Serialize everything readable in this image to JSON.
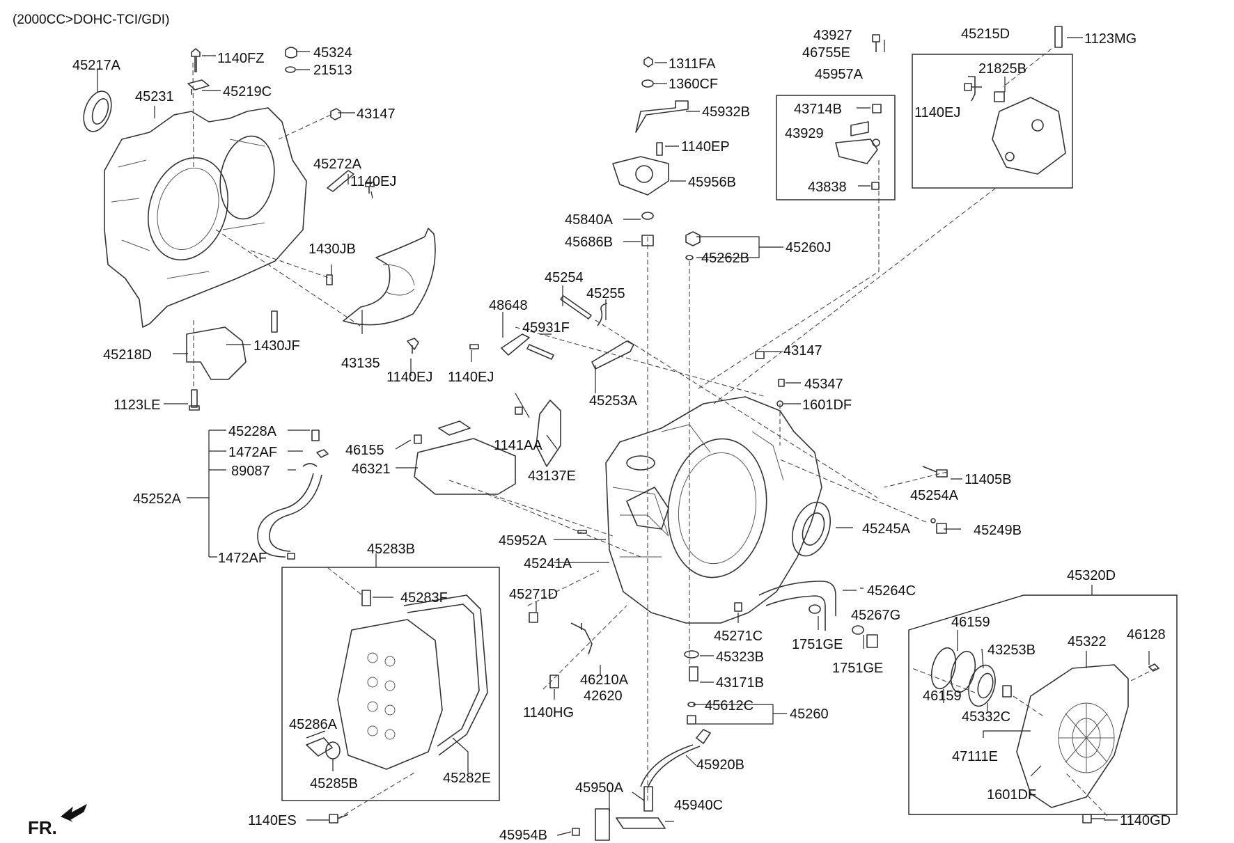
{
  "header": {
    "engine_spec": "(2000CC>DOHC-TCI/GDI)"
  },
  "footer": {
    "direction_label": "FR."
  },
  "parts": {
    "p45217A": "45217A",
    "p1140FZ": "1140FZ",
    "p45324": "45324",
    "p21513": "21513",
    "p45231": "45231",
    "p45219C": "45219C",
    "p43147a": "43147",
    "p45272A": "45272A",
    "p1140EJa": "1140EJ",
    "p1430JB": "1430JB",
    "p45218D": "45218D",
    "p1430JF": "1430JF",
    "p43135": "43135",
    "p1140EJb": "1140EJ",
    "p1123LE": "1123LE",
    "p1311FA": "1311FA",
    "p1360CF": "1360CF",
    "p45932B": "45932B",
    "p1140EP": "1140EP",
    "p45956B": "45956B",
    "p45840A": "45840A",
    "p45686B": "45686B",
    "p43927": "43927",
    "p46755E": "46755E",
    "p45957A": "45957A",
    "p43714B": "43714B",
    "p43929": "43929",
    "p43838": "43838",
    "p45215D": "45215D",
    "p1123MG": "1123MG",
    "p21825B": "21825B",
    "p1140EJc": "1140EJ",
    "p45260J": "45260J",
    "p45262B": "45262B",
    "p45254": "45254",
    "p45255": "45255",
    "p48648": "48648",
    "p45931F": "45931F",
    "p1140EJd": "1140EJ",
    "p45253A": "45253A",
    "p43147b": "43147",
    "p45347": "45347",
    "p1601DFa": "1601DF",
    "p45228A": "45228A",
    "p1472AFa": "1472AF",
    "p89087": "89087",
    "p45252A": "45252A",
    "p1472AFb": "1472AF",
    "p46155": "46155",
    "p46321": "46321",
    "p1141AA": "1141AA",
    "p43137E": "43137E",
    "p11405B": "11405B",
    "p45254A": "45254A",
    "p45249B": "45249B",
    "p45245A": "45245A",
    "p45952A": "45952A",
    "p45241A": "45241A",
    "p45283B": "45283B",
    "p45283F": "45283F",
    "p45271D": "45271D",
    "p45264C": "45264C",
    "p45267G": "45267G",
    "p45271C": "45271C",
    "p1751GEa": "1751GE",
    "p1751GEb": "1751GE",
    "p45323B": "45323B",
    "p46210A": "46210A",
    "p42620": "42620",
    "p1140HG": "1140HG",
    "p43171B": "43171B",
    "p45612C": "45612C",
    "p45260": "45260",
    "p45286A": "45286A",
    "p45285B": "45285B",
    "p45282E": "45282E",
    "p45920B": "45920B",
    "p45950A": "45950A",
    "p45940C": "45940C",
    "p1140ES": "1140ES",
    "p45954B": "45954B",
    "p45320D": "45320D",
    "p46159a": "46159",
    "p45322": "45322",
    "p46128": "46128",
    "p43253B": "43253B",
    "p46159b": "46159",
    "p45332C": "45332C",
    "p47111E": "47111E",
    "p1601DFb": "1601DF",
    "p1140GD": "1140GD"
  }
}
